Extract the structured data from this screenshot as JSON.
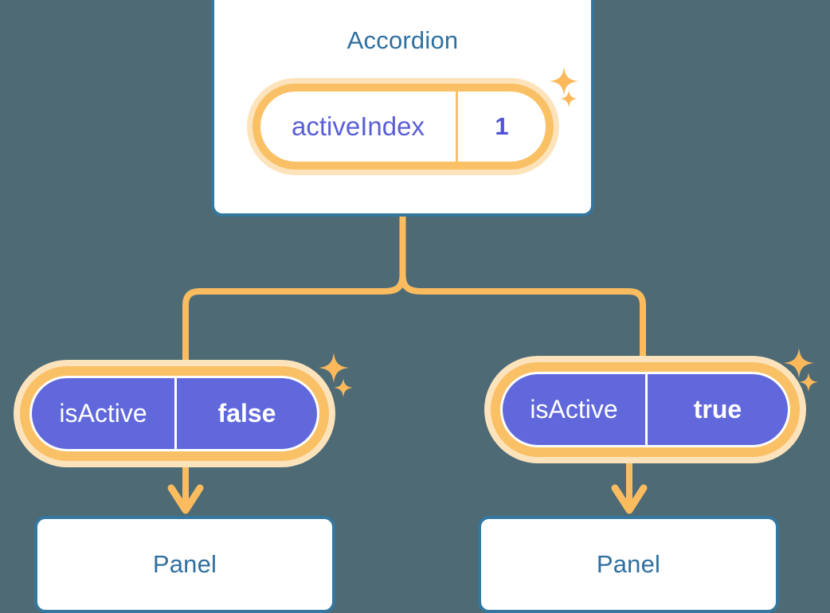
{
  "theme": {
    "background": "#4d6a75",
    "card_border": "#35779f",
    "card_title_color": "#2f6f9f",
    "pill_orange_ring": "#fac066",
    "pill_orange_halo": "#fce3bb",
    "pill_purple": "#6168dc",
    "pill_value_purple": "#4f53d4",
    "connector_color": "#fbbc60"
  },
  "diagram": {
    "root": {
      "title": "Accordion",
      "state_pill": {
        "key": "activeIndex",
        "value": "1",
        "sparkles": [
          "sparkle-large",
          "sparkle-small"
        ]
      }
    },
    "branches": [
      {
        "state_pill": {
          "key": "isActive",
          "value": "false"
        },
        "child": {
          "title": "Panel"
        },
        "sparkles": [
          "sparkle-large",
          "sparkle-small"
        ]
      },
      {
        "state_pill": {
          "key": "isActive",
          "value": "true"
        },
        "child": {
          "title": "Panel"
        },
        "sparkles": [
          "sparkle-large",
          "sparkle-small"
        ]
      }
    ]
  }
}
